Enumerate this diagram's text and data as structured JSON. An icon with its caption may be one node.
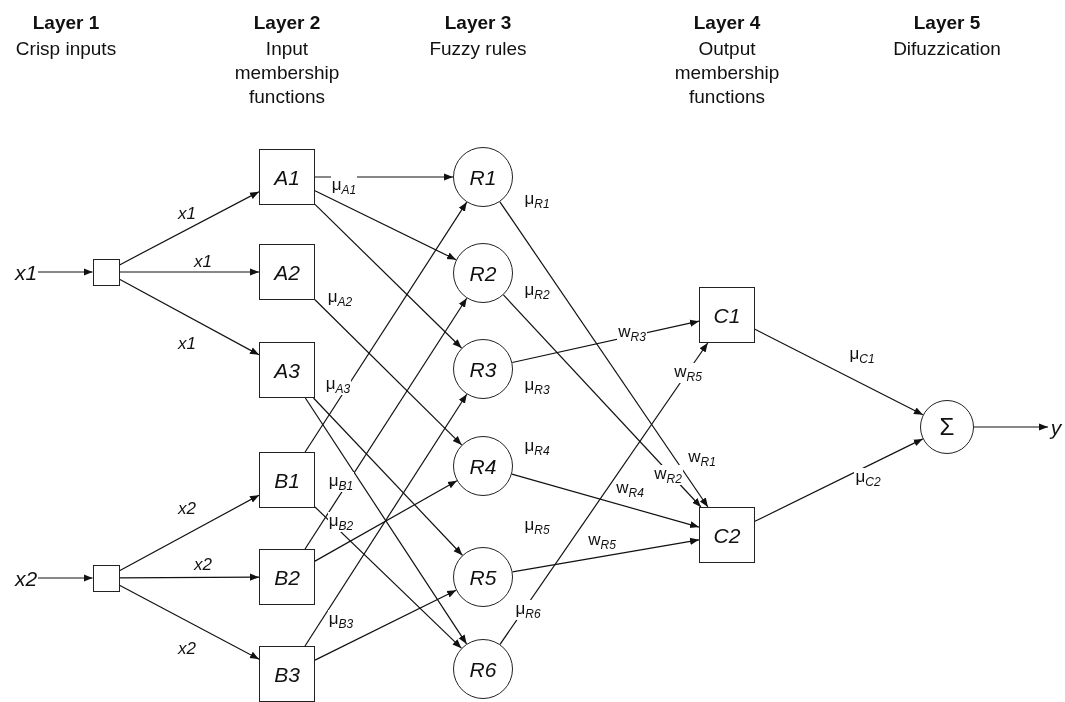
{
  "diagram": {
    "nodes": [
      {
        "text": [
          "x1"
        ]
      },
      {
        "text": [],
        "shape": "box"
      },
      {
        "text": [
          "x2"
        ]
      },
      {
        "text": [],
        "shape": "box"
      },
      {
        "text": [
          "A1"
        ]
      },
      {
        "text": [
          "A2"
        ]
      },
      {
        "text": [
          "A3"
        ]
      },
      {
        "text": [
          "B1"
        ]
      },
      {
        "text": [
          "B2"
        ]
      },
      {
        "text": [
          "B3"
        ]
      },
      {
        "text": [
          "R1"
        ]
      },
      {
        "text": [
          "R2"
        ]
      },
      {
        "text": [
          "R3"
        ]
      },
      {
        "text": [
          "R4"
        ]
      },
      {
        "text": [
          "R5"
        ]
      },
      {
        "text": [
          "R6"
        ]
      },
      {
        "text": [
          "C1"
        ]
      },
      {
        "text": [
          "C2"
        ]
      },
      {
        "text": [
          "Σ"
        ]
      },
      {
        "text": [
          "y"
        ]
      }
    ],
    "edges": [
      {
        "from": 0,
        "to": 1,
        "arrow": "to"
      },
      {
        "from": 1,
        "to": 4,
        "arrow": "to",
        "label": "x1"
      },
      {
        "from": 1,
        "to": 5,
        "arrow": "to",
        "label": "x1"
      },
      {
        "from": 1,
        "to": 6,
        "arrow": "to",
        "label": "x1"
      },
      {
        "from": 2,
        "to": 3,
        "arrow": "to"
      },
      {
        "from": 3,
        "to": 7,
        "arrow": "to",
        "label": "x2"
      },
      {
        "from": 3,
        "to": 8,
        "arrow": "to",
        "label": "x2"
      },
      {
        "from": 3,
        "to": 9,
        "arrow": "to",
        "label": "x2"
      },
      {
        "from": 4,
        "to": 10,
        "arrow": "to"
      },
      {
        "from": 4,
        "to": 11,
        "arrow": "to"
      },
      {
        "from": 4,
        "to": 12,
        "arrow": "to"
      },
      {
        "from": 5,
        "to": 13,
        "arrow": "to"
      },
      {
        "from": 6,
        "to": 14,
        "arrow": "to"
      },
      {
        "from": 6,
        "to": 15,
        "arrow": "to"
      },
      {
        "from": 7,
        "to": 10,
        "arrow": "to"
      },
      {
        "from": 7,
        "to": 15,
        "arrow": "to"
      },
      {
        "from": 8,
        "to": 11,
        "arrow": "to"
      },
      {
        "from": 8,
        "to": 13,
        "arrow": "to"
      },
      {
        "from": 9,
        "to": 12,
        "arrow": "to"
      },
      {
        "from": 9,
        "to": 14,
        "arrow": "to"
      },
      {
        "from": 10,
        "to": 17,
        "arrow": "to",
        "label": "w$_{R1}$"
      },
      {
        "from": 11,
        "to": 17,
        "arrow": "to",
        "label": "w$_{R2}$"
      },
      {
        "from": 12,
        "to": 16,
        "arrow": "to",
        "label": "w$_{R3}$"
      },
      {
        "from": 13,
        "to": 17,
        "arrow": "to",
        "label": "w$_{R4}$"
      },
      {
        "from": 14,
        "to": 17,
        "arrow": "to",
        "label": "w$_{R5}$"
      },
      {
        "from": 15,
        "to": 16,
        "arrow": "to",
        "label": "w$_{R5}$"
      },
      {
        "from": 16,
        "to": 18,
        "arrow": "to",
        "label": "μ$_{C1}$"
      },
      {
        "from": 17,
        "to": 18,
        "arrow": "to",
        "label": "μ$_{C2}$"
      },
      {
        "from": 18,
        "to": 19,
        "arrow": "to"
      }
    ],
    "labels": [
      "Layer 1",
      "Crisp inputs",
      "Layer 2",
      "Input membership functions",
      "Layer 3",
      "Fuzzy rules",
      "Layer 4",
      "Output membership functions",
      "Layer 5",
      "Difuzzication",
      "μ$_{A1}$",
      "μ$_{A2}$",
      "μ$_{A3}$",
      "μ$_{B1}$",
      "μ$_{B2}$",
      "μ$_{B3}$",
      "μ$_{R1}$",
      "μ$_{R2}$",
      "μ$_{R3}$",
      "μ$_{R4}$",
      "μ$_{R5}$",
      "μ$_{R6}$"
    ]
  }
}
